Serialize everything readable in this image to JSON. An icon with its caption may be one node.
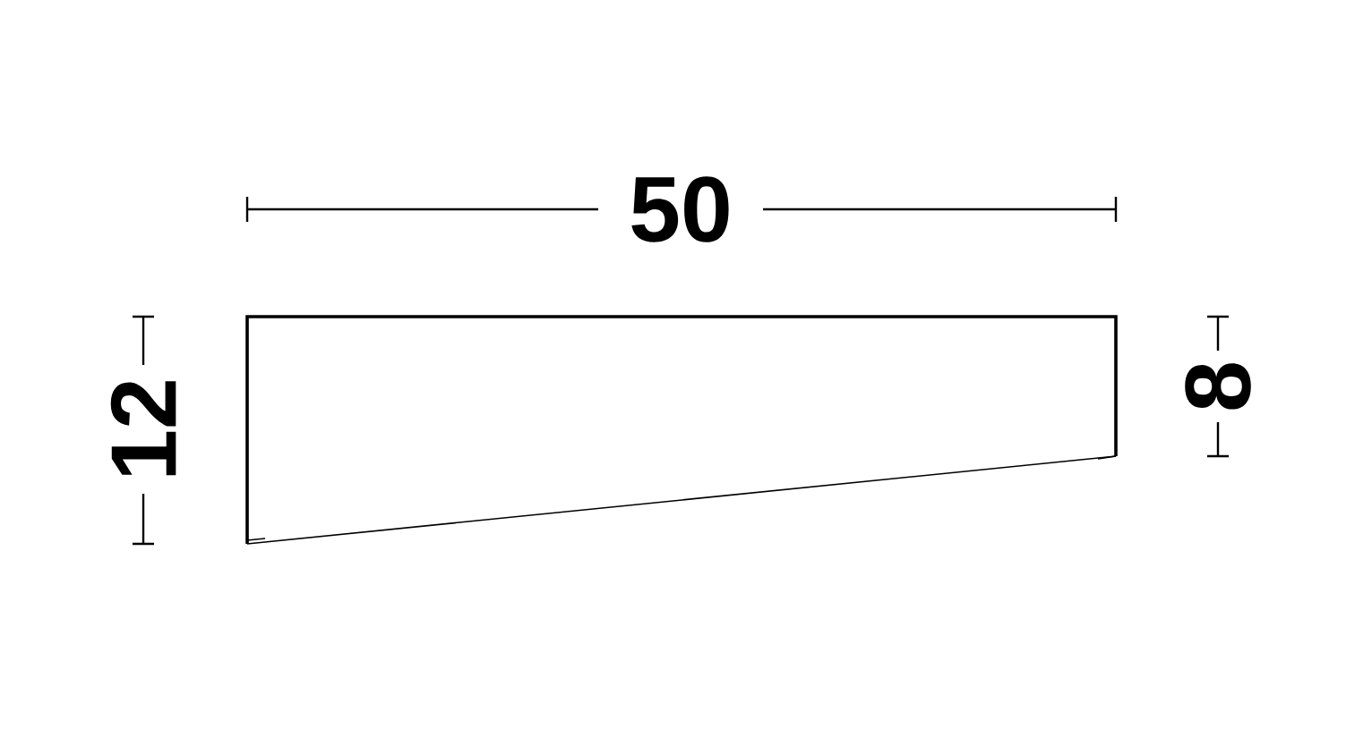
{
  "diagram": {
    "labels": [
      "50",
      "12",
      "8"
    ]
  }
}
